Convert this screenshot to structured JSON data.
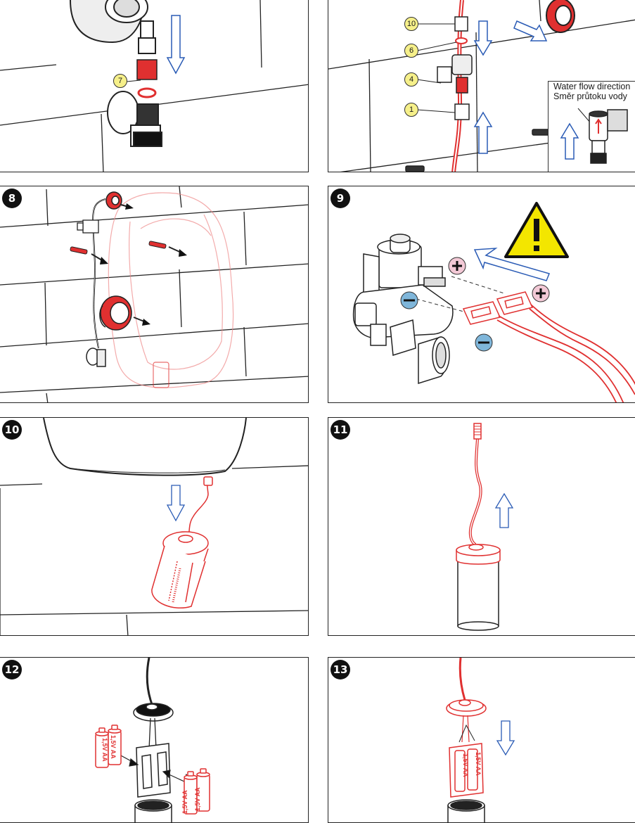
{
  "panels": {
    "p_top_left": {
      "callout": "7"
    },
    "p_top_right": {
      "callouts": [
        "10",
        "6",
        "4",
        "1"
      ],
      "flow_direction_en": "Water flow direction",
      "flow_direction_cz": "Směr průtoku vody"
    },
    "p8": {
      "step": "8"
    },
    "p9": {
      "step": "9",
      "plus": "+",
      "minus": "−"
    },
    "p10": {
      "step": "10"
    },
    "p11": {
      "step": "11"
    },
    "p12": {
      "step": "12",
      "battery_label": "1,5V AA"
    },
    "p13": {
      "step": "13",
      "battery_label": "1,5V AA"
    }
  },
  "colors": {
    "red": "#e03030",
    "arrow_blue": "#2a5bb5",
    "callout_yellow": "#f6f08a",
    "plus_pink": "#f3c9d6",
    "minus_blue": "#7fb6da",
    "warning_yellow": "#f3e600"
  }
}
